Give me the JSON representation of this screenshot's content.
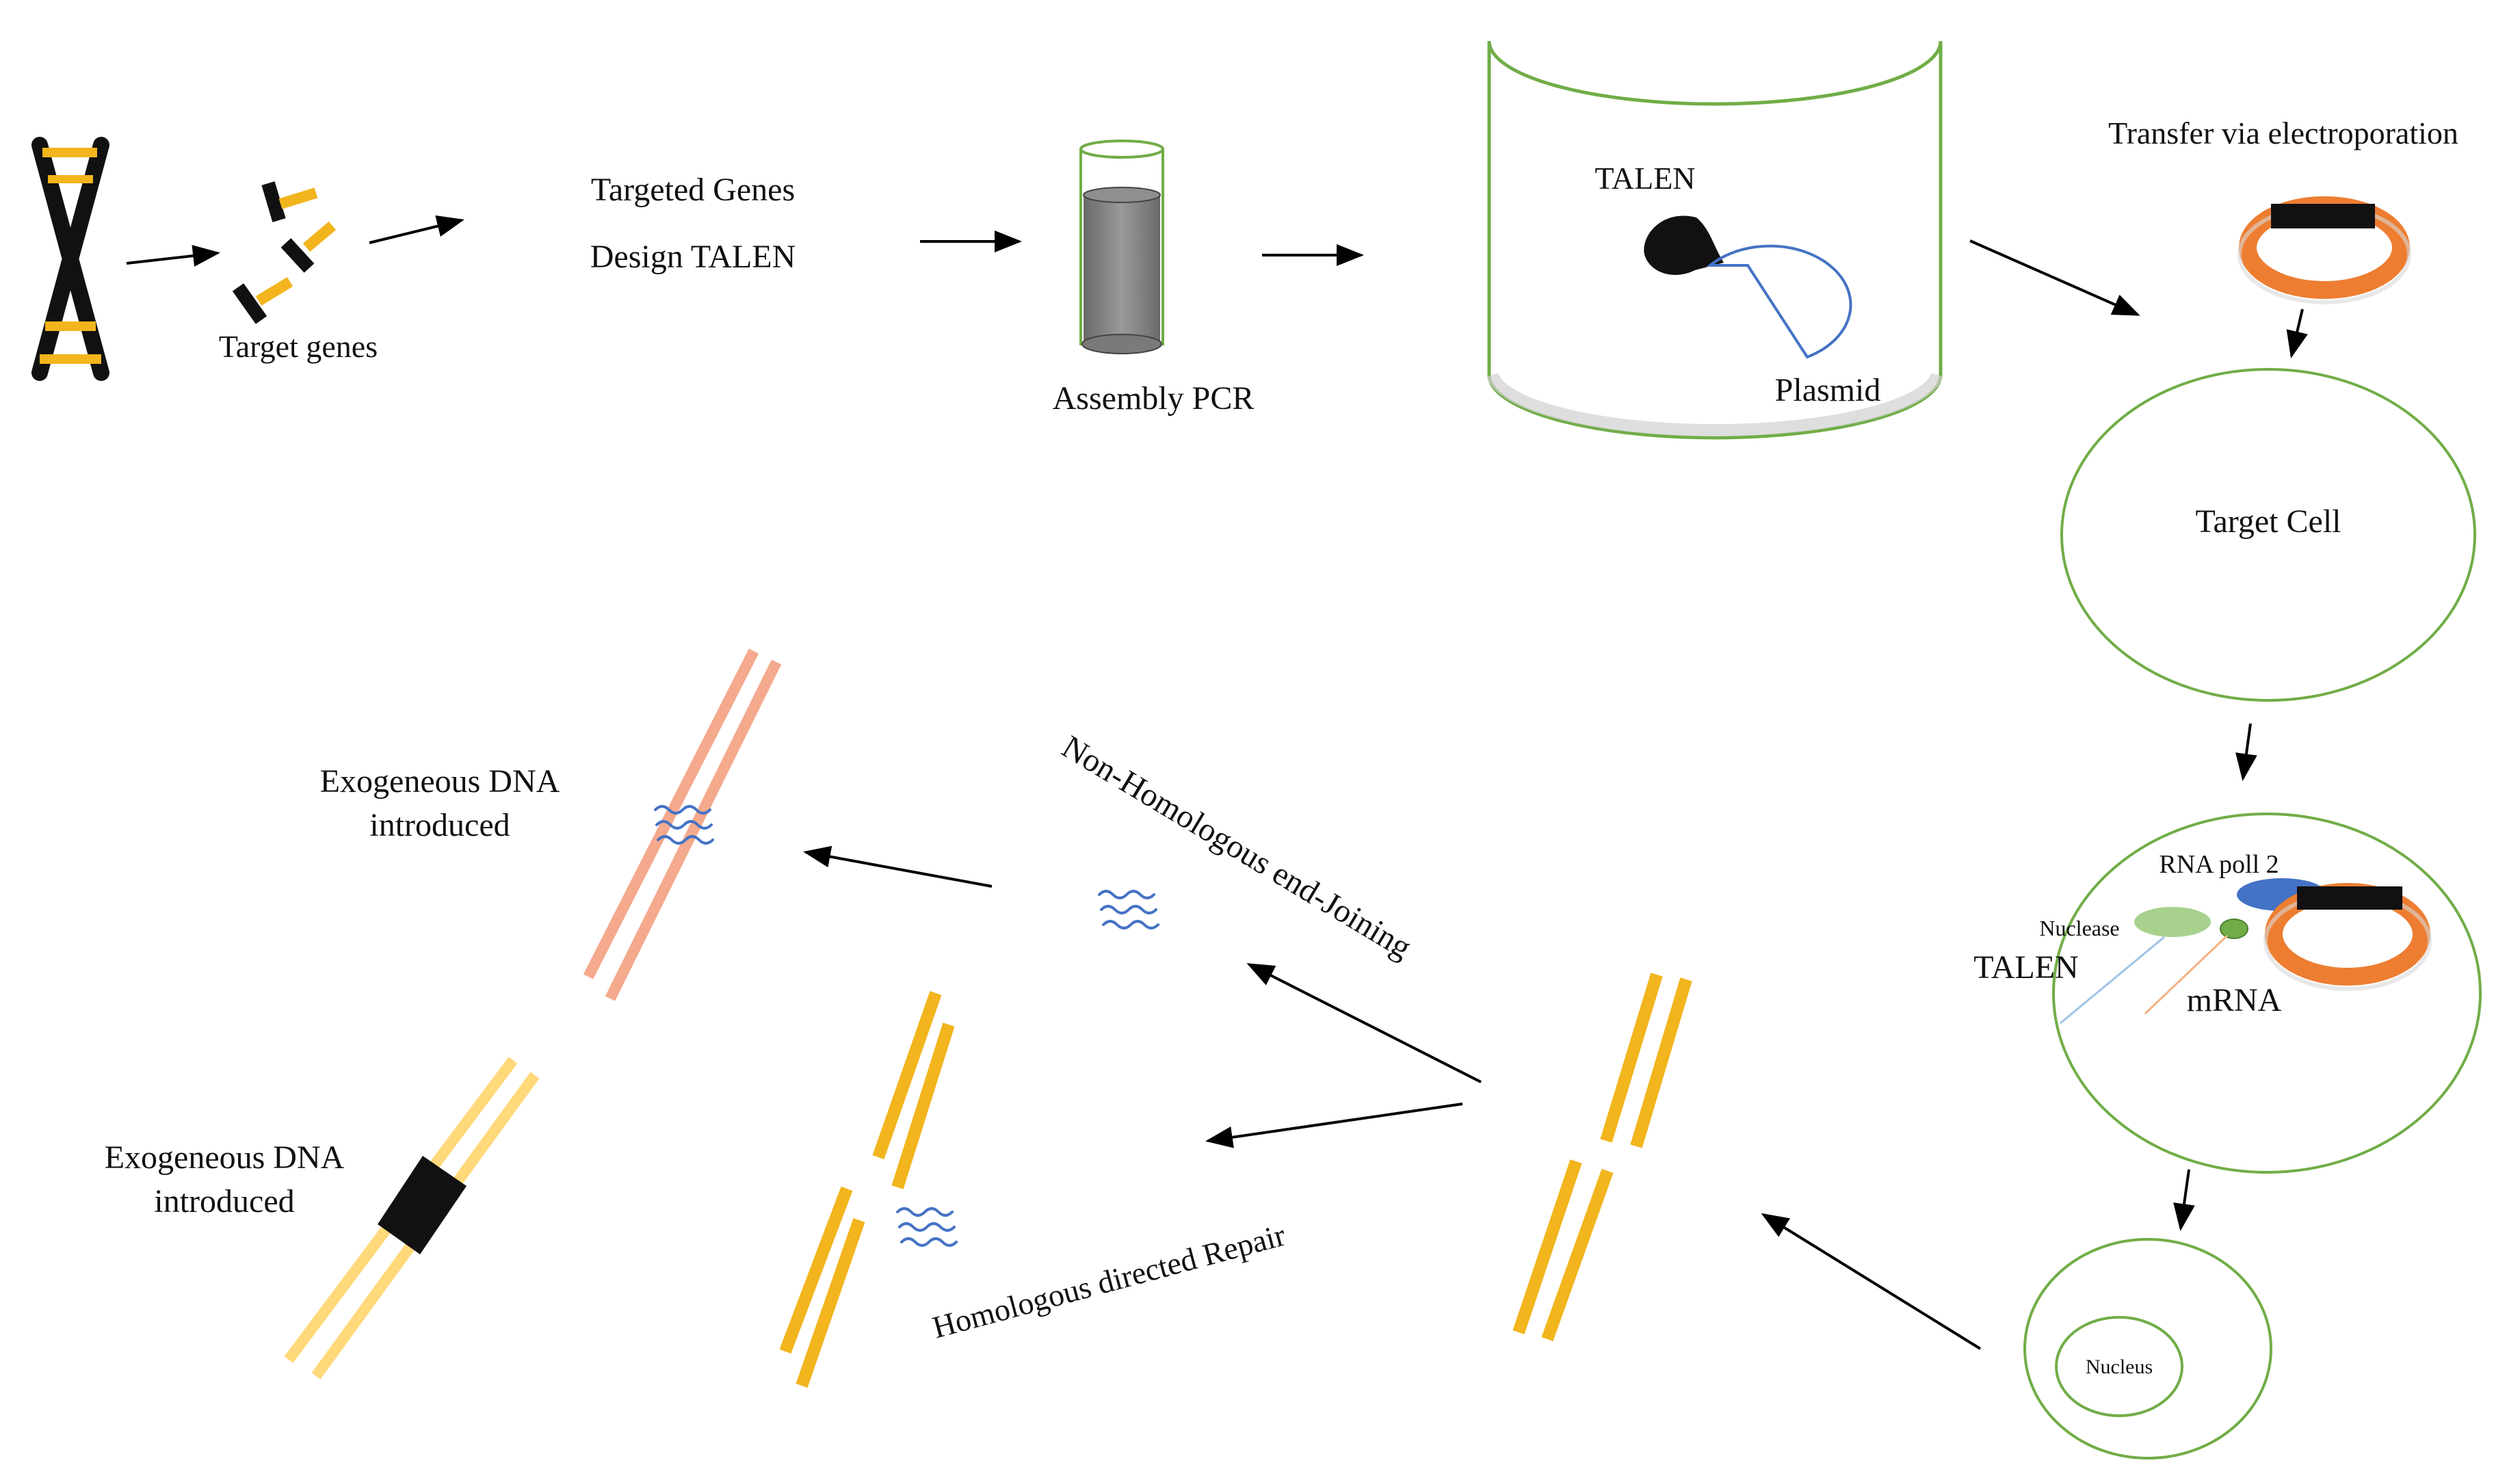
{
  "colors": {
    "gene_gold": "#F2B51D",
    "gene_gold_stroke": "#C9930A",
    "exo_pink": "#F5A98D",
    "exo_pink_stroke": "#E88D70",
    "exo_light_yellow": "#FFD97A",
    "exo_light_yellow_stroke": "#EEC255",
    "cell_green": "#70AD47",
    "plasmid_orange": "#ED7D31",
    "plasmid_blue_outline": "#4472C4",
    "rna_pol_blue": "#4472C4",
    "nuclease_green": "#A9D18E",
    "dna_fragment_blue": "#4472C4",
    "arrow_black": "#000000"
  },
  "labels": {
    "target_genes": "Target genes",
    "targeted_genes": "Targeted Genes",
    "design_talen": "Design TALEN",
    "assembly_pcr": "Assembly PCR",
    "talen_in_vessel": "TALEN",
    "plasmid": "Plasmid",
    "transfer": "Transfer via electroporation",
    "target_cell": "Target Cell",
    "rna_poll": "RNA poll 2",
    "nuclease": "Nuclease",
    "talen_in_cell": "TALEN",
    "mrna": "mRNA",
    "nucleus": "Nucleus",
    "nhej": "Non-Homologous end-Joining",
    "hdr": "Homologous directed Repair",
    "exo_dna_top_line1": "Exogeneous DNA",
    "exo_dna_top_line2": "introduced",
    "exo_dna_bottom_line1": "Exogeneous DNA",
    "exo_dna_bottom_line2": "introduced"
  }
}
